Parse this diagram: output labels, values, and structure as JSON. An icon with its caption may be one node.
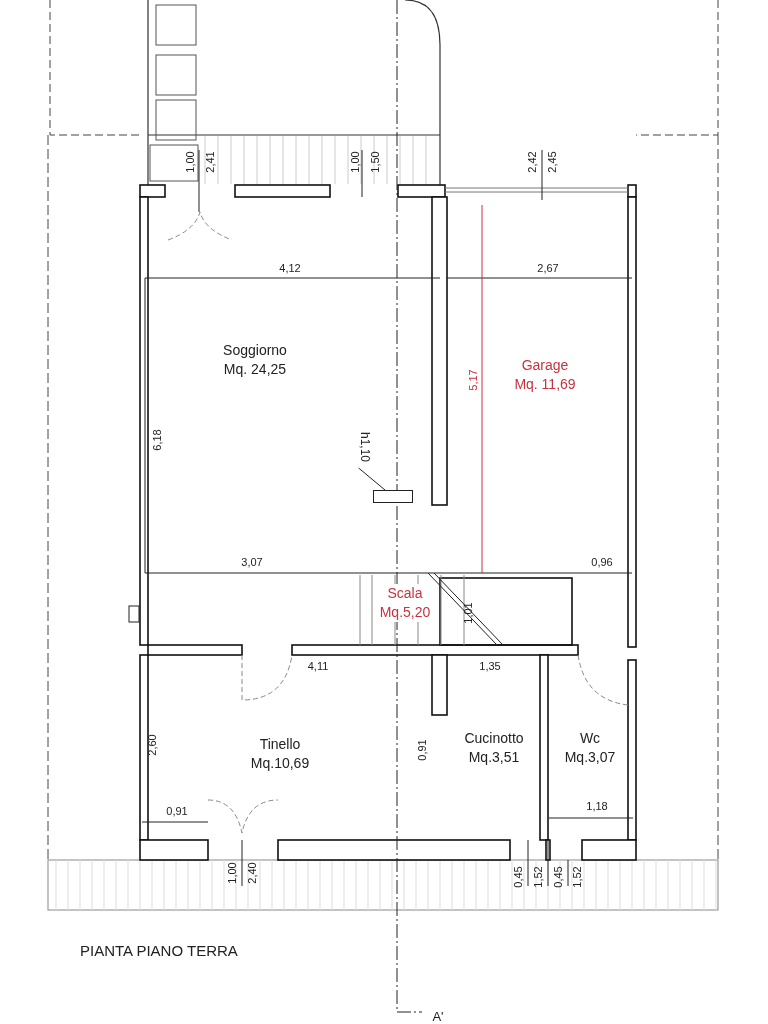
{
  "diagram": {
    "title": "PIANTA PIANO TERRA",
    "nodes": [
      {
        "text": [
          "Soggiorno",
          "Mq. 24,25"
        ]
      },
      {
        "text": [
          "Garage",
          "Mq. 11,69"
        ]
      },
      {
        "text": [
          "h1,10"
        ]
      },
      {
        "text": [],
        "shape": "box"
      },
      {
        "text": [
          "Scala",
          "Mq.5,20"
        ]
      },
      {
        "text": [
          "Tinello",
          "Mq.10,69"
        ]
      },
      {
        "text": [
          "Cucinotto",
          "Mq.3,51"
        ]
      },
      {
        "text": [
          "Wc",
          "Mq.3,07"
        ]
      }
    ],
    "edges": [
      {
        "from": 2,
        "to": 3,
        "arrow": "none"
      }
    ],
    "labels": [
      "1,00",
      "2,41",
      "1,00",
      "1,50",
      "2,42",
      "2,45",
      "4,12",
      "2,67",
      "6,18",
      "5,17",
      "3,07",
      "0,96",
      "1,01",
      "4,11",
      "1,35",
      "2,60",
      "0,91",
      "0,91",
      "1,18",
      "1,00",
      "2,40",
      "0,45",
      "1,52",
      "0,45",
      "1,52",
      "A'"
    ]
  }
}
